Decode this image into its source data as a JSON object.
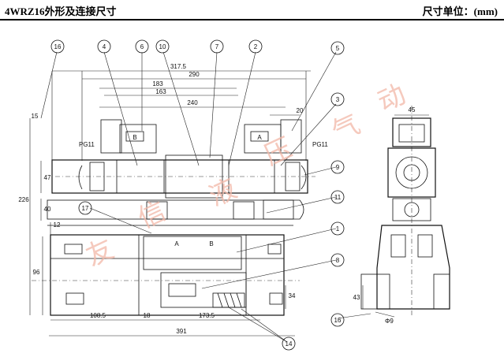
{
  "header": {
    "title": "4WRZ16外形及连接尺寸",
    "unit": "尺寸单位：(mm)"
  },
  "watermark": [
    "友",
    "信",
    "液",
    "压",
    "气",
    "动"
  ],
  "callouts": [
    "16",
    "4",
    "6",
    "10",
    "7",
    "2",
    "5",
    "3",
    "9",
    "11",
    "17",
    "1",
    "8",
    "14",
    "16"
  ],
  "labels": {
    "pg_left": "PG11",
    "pg_right": "PG11",
    "coil_b": "B",
    "coil_a": "A",
    "port_a": "A",
    "port_b": "B",
    "phi9": "Φ9"
  },
  "dimensions": {
    "d317": "317.5",
    "d290": "290",
    "d183": "183",
    "d163": "163",
    "d240": "240",
    "d20": "20",
    "d15": "15",
    "d47": "47",
    "d226": "226",
    "d40": "40",
    "d12": "12",
    "d96": "96",
    "d108": "108.5",
    "d18": "18",
    "d173": "173.5",
    "d391": "391",
    "d34": "34",
    "d45": "45",
    "d43": "43"
  },
  "colors": {
    "line": "#111111",
    "watermark": "#f2b8a8"
  }
}
